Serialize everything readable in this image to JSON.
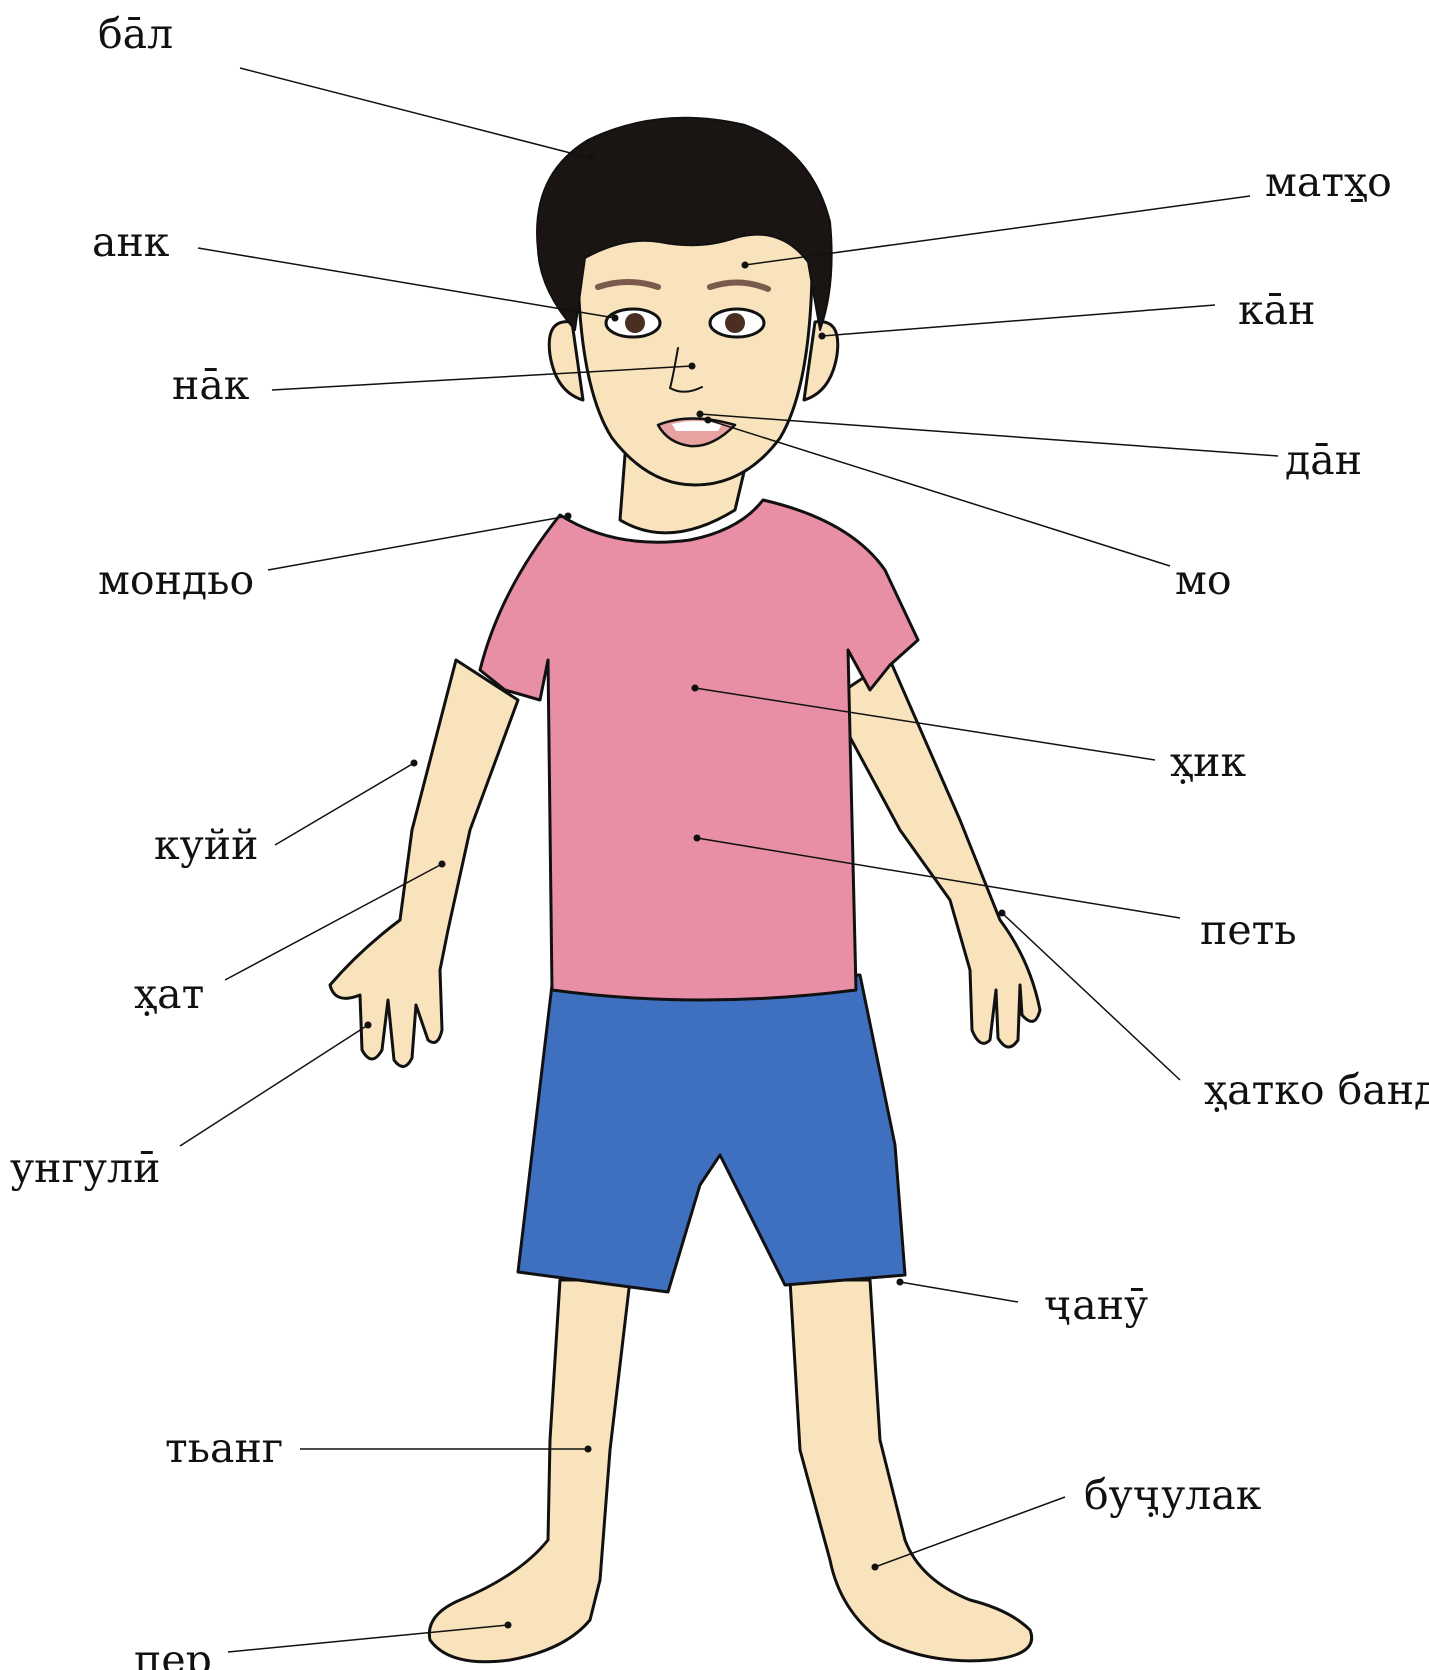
{
  "labels": {
    "hair": "ба̄л",
    "forehead": "матҳ̱о",
    "eye": "анк",
    "ear": "ка̄н",
    "nose": "на̄к",
    "teeth": "да̄н",
    "neck": "мондьо",
    "mouth": "мо",
    "chest": "ҳ̣ик",
    "upper_arm": "куйй",
    "belly": "петь",
    "hand": "ҳ̣ат",
    "wrist": "ҳ̣атко банд",
    "finger": "унгулӣ",
    "knee": "ҷанӯ",
    "leg": "тьанг",
    "ankle": "буҷ̣улак",
    "foot": "пер"
  },
  "colors": {
    "skin": "#f8e3bc",
    "hair": "#1a1412",
    "shirt": "#e88fa6",
    "shorts": "#3f6fbf",
    "line": "#111111"
  }
}
